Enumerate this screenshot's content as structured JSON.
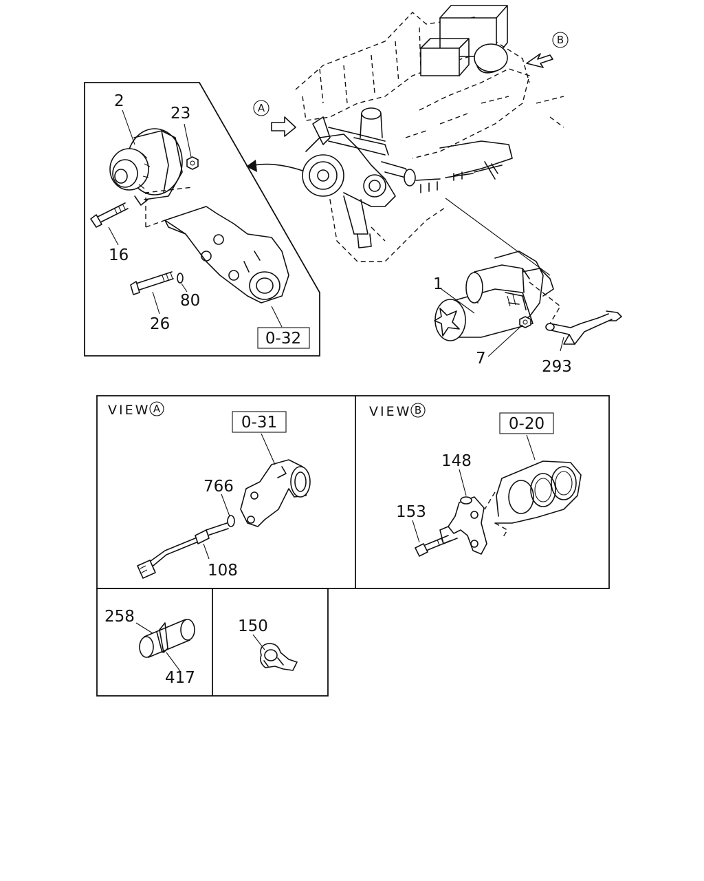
{
  "callouts": {
    "starter": "1",
    "alternator": "2",
    "alt_nut": "23",
    "alt_bolt": "16",
    "bracket_bolt": "26",
    "washer": "80",
    "starter_nut": "7",
    "cable": "293",
    "sensor": "108",
    "sensor_washer": "766",
    "clip_bracket": "148",
    "clip_bolt": "153",
    "clip_a": "258",
    "clip_b": "417",
    "clamp": "150"
  },
  "refs": {
    "bracket_ref": "0-32",
    "view_a_ref": "0-31",
    "view_b_ref": "0-20"
  },
  "views": {
    "view_word": "VIEW",
    "a": "A",
    "b": "B"
  }
}
